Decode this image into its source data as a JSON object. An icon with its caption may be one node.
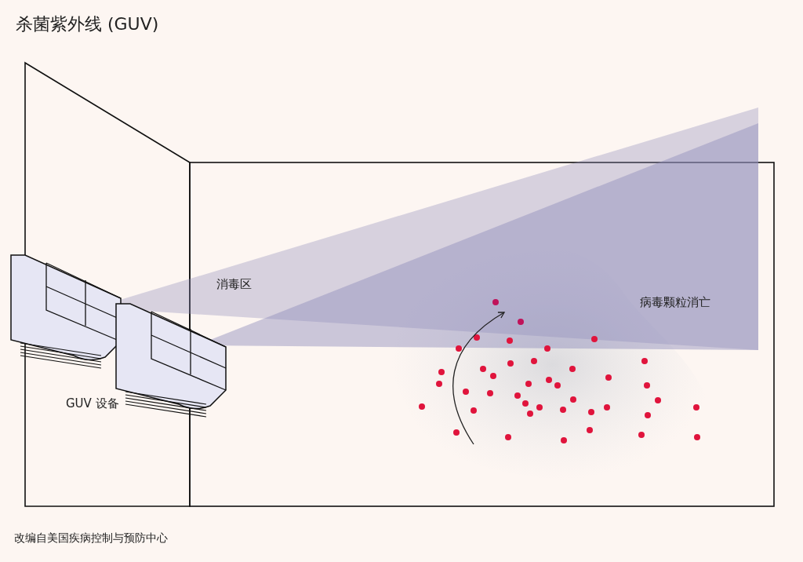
{
  "diagram": {
    "title": "杀菌紫外线 (GUV)",
    "labels": [
      "消毒区",
      "病毒颗粒消亡",
      "GUV 设备"
    ],
    "caption": "改编自美国疾病控制与预防中心"
  }
}
